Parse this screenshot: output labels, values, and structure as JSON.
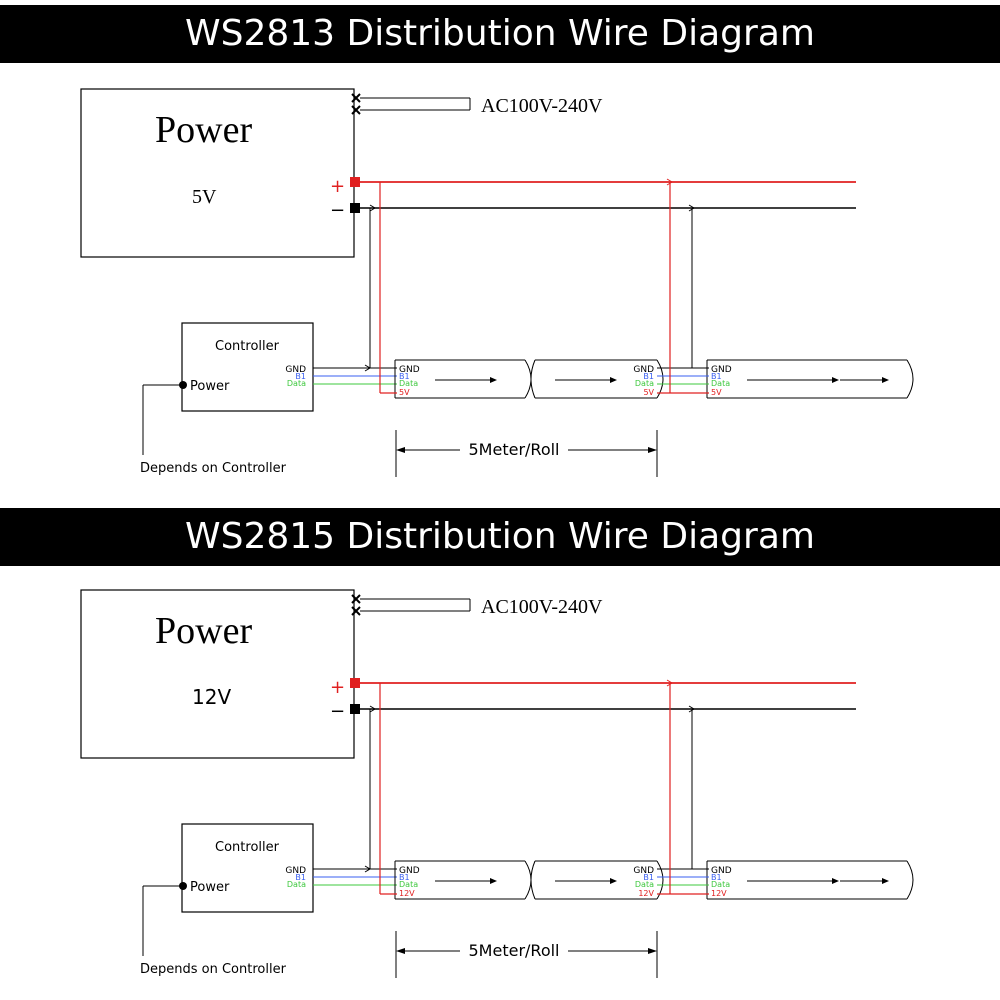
{
  "diagrams": [
    {
      "title": "WS2813 Distribution Wire Diagram",
      "power_label": "Power",
      "voltage_label": "5V",
      "ac_label": "AC100V-240V",
      "plus": "+",
      "minus": "−",
      "controller_label": "Controller",
      "controller_power": "Power",
      "depends": "Depends on Controller",
      "pins": [
        "GND",
        "B1",
        "Data"
      ],
      "strip_pins": [
        "GND",
        "B1",
        "Data",
        "5V"
      ],
      "roll_label": "5Meter/Roll"
    },
    {
      "title": "WS2815 Distribution Wire Diagram",
      "power_label": "Power",
      "voltage_label": "12V",
      "ac_label": "AC100V-240V",
      "plus": "+",
      "minus": "−",
      "controller_label": "Controller",
      "controller_power": "Power",
      "depends": "Depends on Controller",
      "pins": [
        "GND",
        "B1",
        "Data"
      ],
      "strip_pins": [
        "GND",
        "B1",
        "Data",
        "12V"
      ],
      "roll_label": "5Meter/Roll"
    }
  ],
  "colors": {
    "red": "#e02020",
    "blue": "#3a5ff0",
    "green": "#3ec83e",
    "black": "#000000"
  }
}
